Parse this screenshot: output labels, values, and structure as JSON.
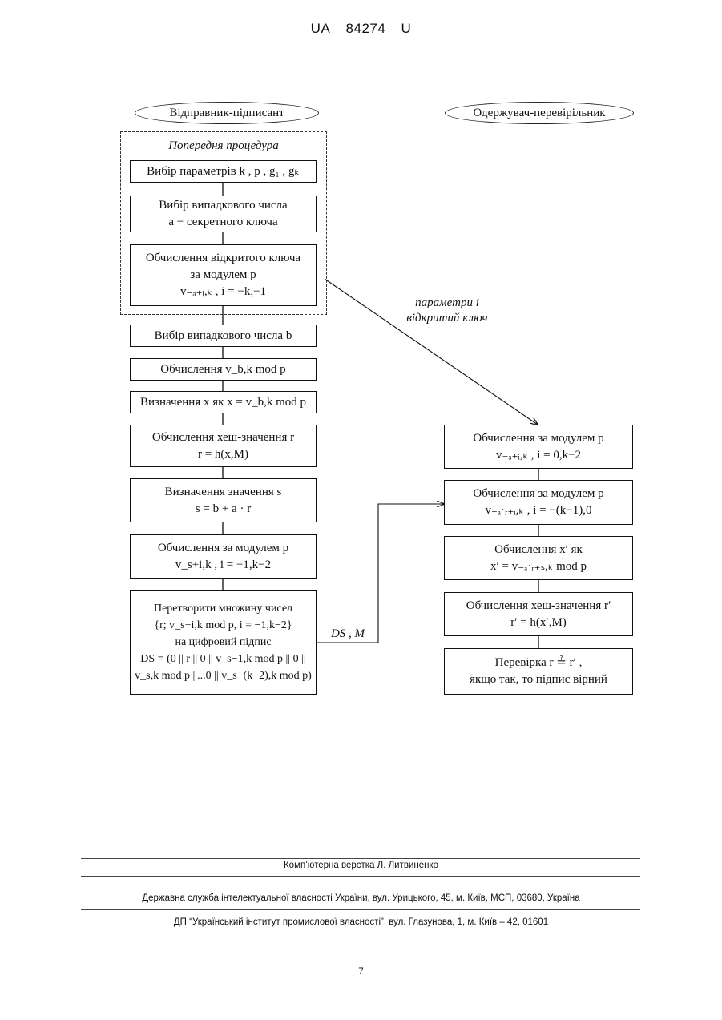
{
  "header": {
    "country": "UA",
    "number": "84274",
    "kind": "U"
  },
  "left_title": "Відправник-підписант",
  "right_title": "Одержувач-перевірільник",
  "preliminary": {
    "title": "Попередня процедура",
    "box1": "Вибір параметрів k , p , g₁ , gₖ",
    "box2_line1": "Вибір випадкового числа",
    "box2_line2": "a − секретного ключа",
    "box3_line1": "Обчислення відкритого ключа",
    "box3_line2": "за модулем p",
    "box3_line3": "v₋ₐ₊ᵢ,ₖ , i = −k,−1"
  },
  "sender": {
    "s1": "Вибір випадкового числа b",
    "s2": "Обчислення v_b,k mod p",
    "s3": "Визначення x як x = v_b,k mod p",
    "s4_line1": "Обчислення хеш-значення r",
    "s4_line2": "r = h(x,M)",
    "s5_line1": "Визначення значення s",
    "s5_line2": "s = b + a · r",
    "s6_line1": "Обчислення за модулем p",
    "s6_line2": "v_s+i,k , i = −1,k−2",
    "s7_line1": "Перетворити множину чисел",
    "s7_line2": "{r; v_s+i,k mod p, i = −1,k−2}",
    "s7_line3": "на цифровий підпис",
    "s7_line4": "DS = (0 || r || 0 || v_s−1,k mod p || 0 ||",
    "s7_line5": "v_s,k mod p ||...0 || v_s+(k−2),k mod p)"
  },
  "arrow_label_key_line1": "параметри і",
  "arrow_label_key_line2": "відкритий ключ",
  "arrow_label_ds": "DS , M",
  "receiver": {
    "r1_line1": "Обчислення за модулем p",
    "r1_line2": "v₋ₐ₊ᵢ,ₖ , i = 0,k−2",
    "r2_line1": "Обчислення за модулем p",
    "r2_line2": "v₋ₐ·ᵣ₊ᵢ,ₖ , i = −(k−1),0",
    "r3_line1": "Обчислення x′ як",
    "r3_line2": "x′ = v₋ₐ·ᵣ₊ₛ,ₖ mod p",
    "r4_line1": "Обчислення хеш-значення r′",
    "r4_line2": "r′ = h(x′,M)",
    "r5_line1": "Перевірка r ≟ r′ ,",
    "r5_line2": "якщо так, то підпис вірний"
  },
  "footer": {
    "compositor": "Комп’ютерна верстка Л. Литвиненко",
    "agency": "Державна служба інтелектуальної власності України, вул. Урицького, 45, м. Київ, МСП, 03680, Україна",
    "institute": "ДП “Український інститут промислової власності”, вул. Глазунова, 1, м. Київ – 42, 01601",
    "page_number": "7"
  }
}
